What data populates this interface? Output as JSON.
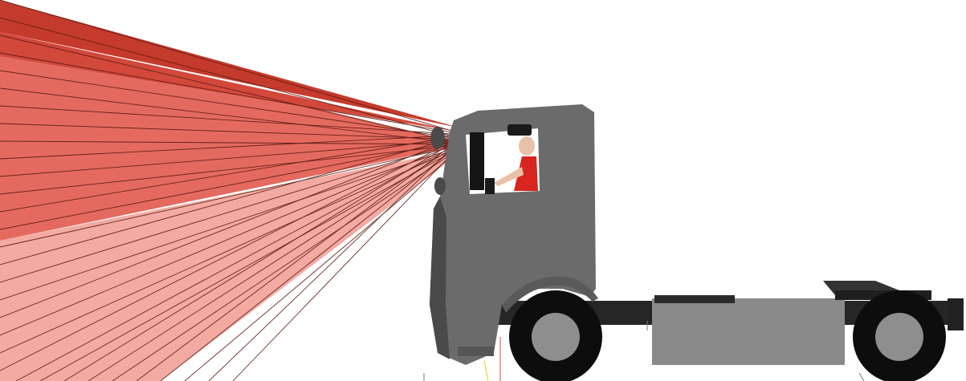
{
  "scene": {
    "description_text": "",
    "colors": {
      "background": "#ffffff",
      "fov_dark": "#c0372a",
      "fov_mid": "#e0645a",
      "fov_light": "#f3aaa2",
      "fov_line": "#5a1a12",
      "cab_body": "#6b6b6b",
      "cab_shadow": "#4d4d4d",
      "chassis": "#262626",
      "tank": "#888888",
      "tire": "#0d0d0d",
      "hub": "#8e8e8e",
      "driver_shirt": "#d8251f",
      "driver_skin": "#e8c2a8"
    },
    "icons": [
      "truck-cab",
      "driver",
      "mirror",
      "sight-line-fan"
    ]
  }
}
